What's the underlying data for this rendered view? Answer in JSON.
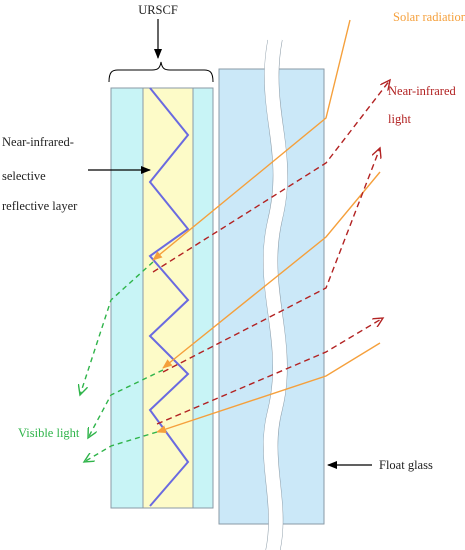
{
  "labels": {
    "urscf": "URSCF",
    "solar_radiation": "Solar radiation",
    "near_infrared_line1": "Near-infrared",
    "near_infrared_line2": "light",
    "nir_layer_line1": "Near-infrared-",
    "nir_layer_line2": "selective",
    "nir_layer_line3": "reflective layer",
    "visible_light": "Visible light",
    "float_glass": "Float glass"
  },
  "colors": {
    "solar": "#f5a03c",
    "near_infrared": "#b22222",
    "visible": "#2fb44a",
    "reflective_layer": "#6a6ae0",
    "film_outer": "#c8f4f6",
    "film_core": "#fdfbc8",
    "float_glass": "#cbe8f8",
    "label_text": "#222222"
  }
}
